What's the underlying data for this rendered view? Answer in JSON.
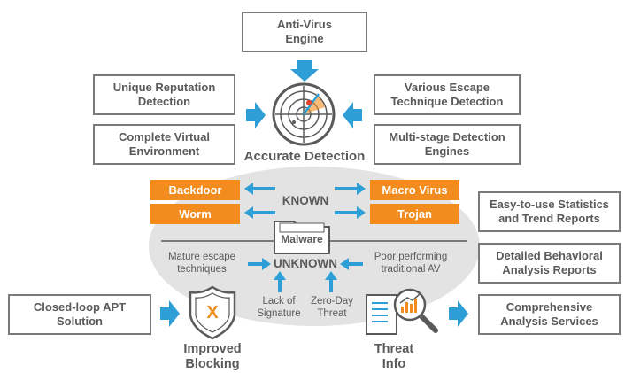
{
  "top_boxes": {
    "anti_virus": "Anti-Virus\nEngine",
    "unique_reputation": "Unique Reputation\nDetection",
    "complete_virtual": "Complete Virtual\nEnvironment",
    "various_escape": "Various Escape\nTechnique Detection",
    "multi_stage": "Multi-stage Detection\nEngines"
  },
  "accurate_detection": "Accurate Detection",
  "malware": {
    "known": "KNOWN",
    "unknown": "UNKNOWN",
    "folder_label": "Malware",
    "known_types": [
      "Backdoor",
      "Worm",
      "Macro Virus",
      "Trojan"
    ],
    "mature_escape": "Mature escape\ntechniques",
    "poor_performing": "Poor performing\ntraditional AV",
    "lack_of_signature": "Lack of\nSignature",
    "zero_day": "Zero-Day\nThreat"
  },
  "right_boxes": {
    "statistics": "Easy-to-use Statistics\nand Trend Reports",
    "behavioral": "Detailed Behavioral\nAnalysis Reports",
    "comprehensive": "Comprehensive\nAnalysis Services"
  },
  "bottom": {
    "closed_loop": "Closed-loop APT\nSolution",
    "improved_blocking": "Improved\nBlocking",
    "threat_info": "Threat\nInfo",
    "shield_mark": "X"
  },
  "colors": {
    "accent": "#f28c1e",
    "arrow": "#2d9fd6",
    "border": "#7a7a7a",
    "text": "#5a5a5a",
    "ellipse": "#e3e3e3"
  },
  "icons": [
    "radar-icon",
    "folder-icon",
    "shield-icon",
    "magnifier-report-icon"
  ]
}
